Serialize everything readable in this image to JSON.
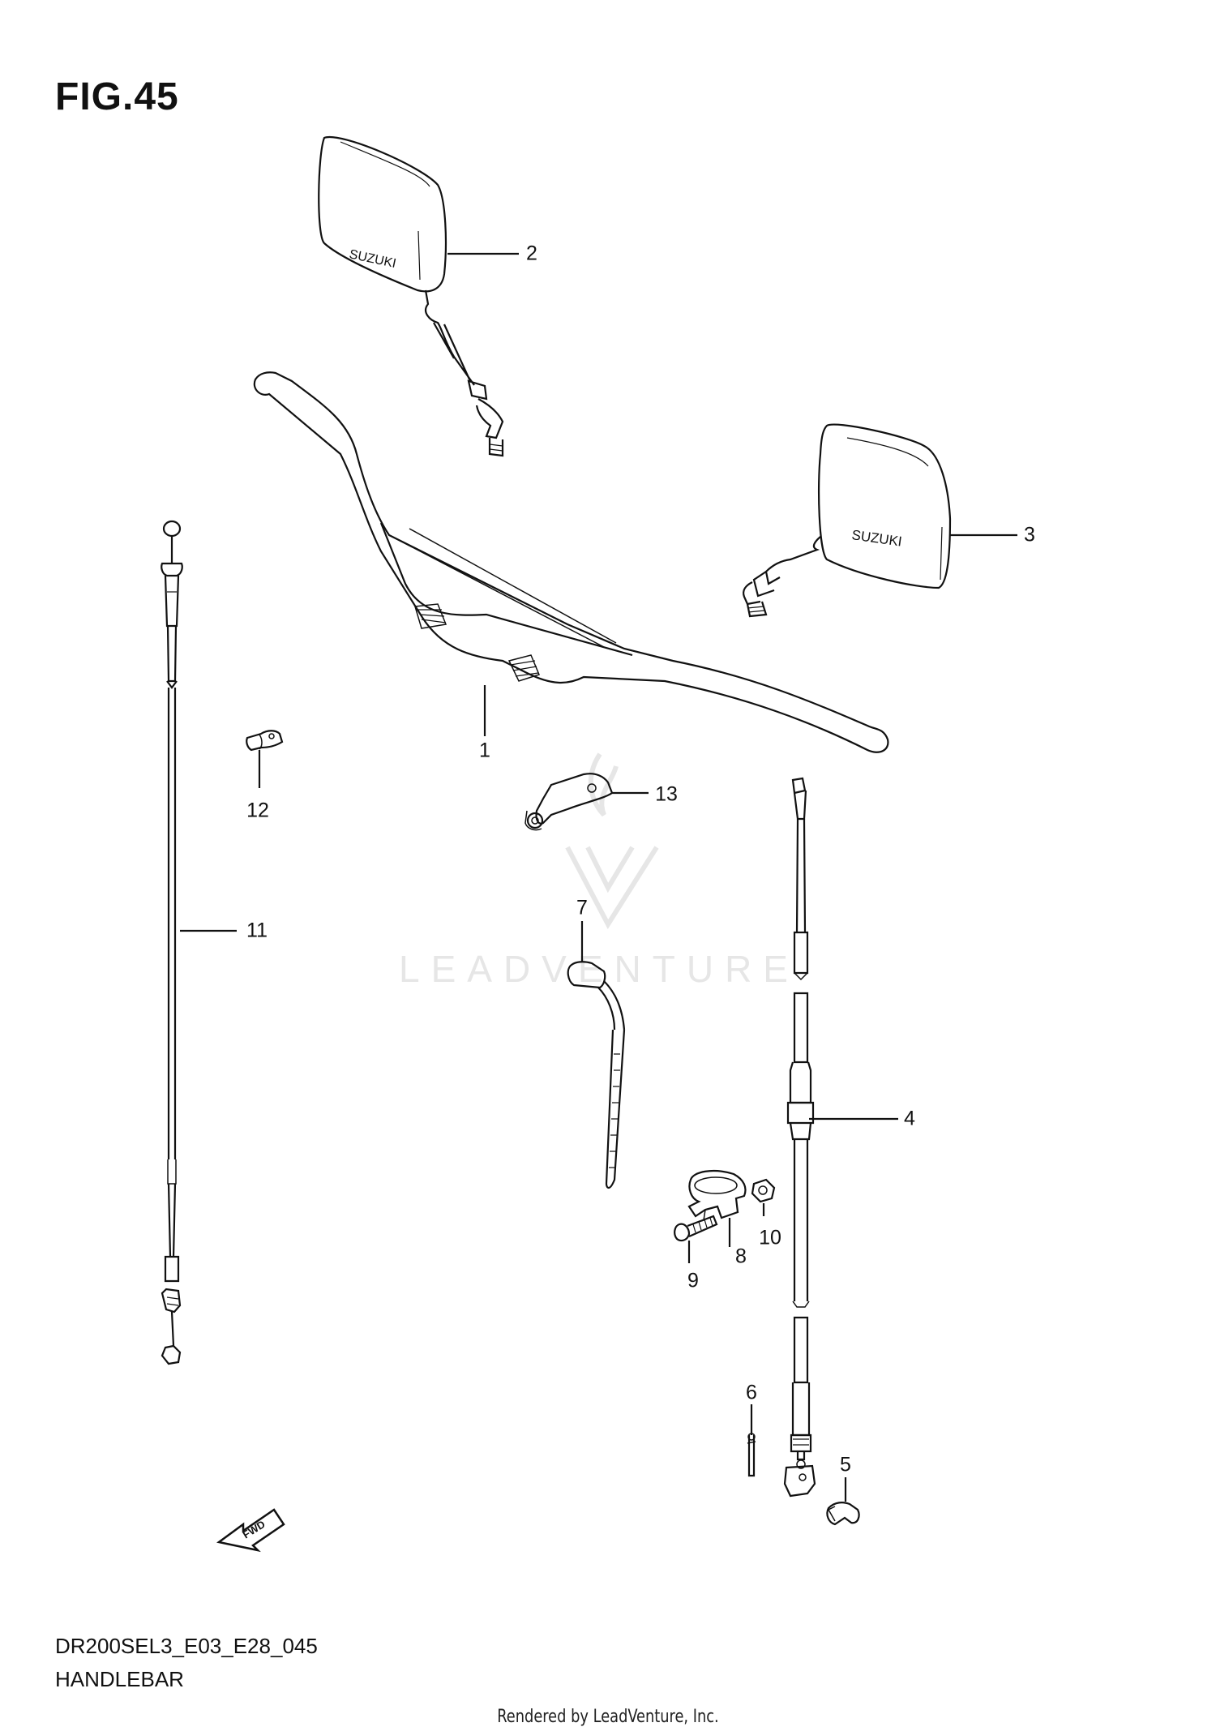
{
  "figure": {
    "title": "FIG.45",
    "model_code": "DR200SEL3_E03_E28_045",
    "section": "HANDLEBAR",
    "credit": "Rendered by LeadVenture, Inc.",
    "watermark": "LEADVENTURE",
    "fwd_label": "FWD"
  },
  "callouts": [
    {
      "id": "1",
      "label": "1"
    },
    {
      "id": "2",
      "label": "2"
    },
    {
      "id": "3",
      "label": "3"
    },
    {
      "id": "4",
      "label": "4"
    },
    {
      "id": "5",
      "label": "5"
    },
    {
      "id": "6",
      "label": "6"
    },
    {
      "id": "7",
      "label": "7"
    },
    {
      "id": "8",
      "label": "8"
    },
    {
      "id": "9",
      "label": "9"
    },
    {
      "id": "10",
      "label": "10"
    },
    {
      "id": "11",
      "label": "11"
    },
    {
      "id": "12",
      "label": "12"
    },
    {
      "id": "13",
      "label": "13"
    }
  ],
  "colors": {
    "line": "#111111",
    "watermark": "#e6e6e6",
    "background": "#ffffff"
  }
}
